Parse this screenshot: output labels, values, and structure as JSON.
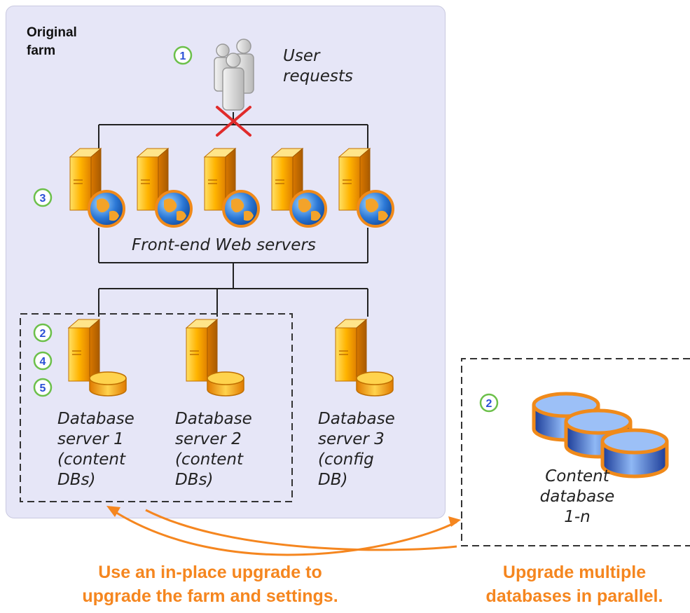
{
  "farm": {
    "label_line1": "Original",
    "label_line2": "farm"
  },
  "user_requests": {
    "line1": "User",
    "line2": "requests"
  },
  "front_end": {
    "label": "Front-end Web servers"
  },
  "db_servers": [
    {
      "lines": [
        "Database",
        "server 1",
        "(content",
        "DBs)"
      ]
    },
    {
      "lines": [
        "Database",
        "server 2",
        "(content",
        "DBs)"
      ]
    },
    {
      "lines": [
        "Database",
        "server 3",
        "(config",
        "DB)"
      ]
    }
  ],
  "content_db": {
    "lines": [
      "Content",
      "database",
      "1-n"
    ]
  },
  "steps": {
    "user": "1",
    "web": "3",
    "db_a": "2",
    "db_b": "4",
    "db_c": "5",
    "content": "2"
  },
  "captions": {
    "left_line1": "Use an in-place upgrade to",
    "left_line2": "upgrade the farm and settings.",
    "right_line1": "Upgrade multiple",
    "right_line2": "databases in parallel."
  },
  "colors": {
    "caption": "#f5861f",
    "step_ring": "#6cc04a",
    "step_text": "#2b4fd6",
    "cross": "#e02b2b"
  }
}
